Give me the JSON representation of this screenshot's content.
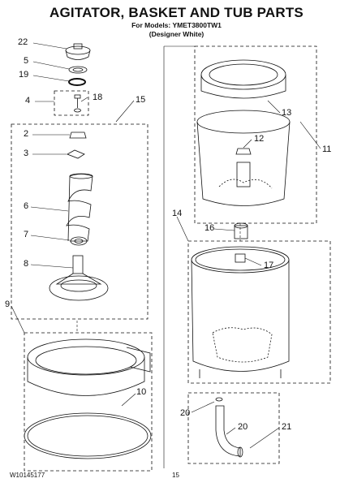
{
  "header": {
    "title": "AGITATOR, BASKET AND TUB PARTS",
    "models_line": "For Models: YMET3800TW1",
    "variant_line": "(Designer White)"
  },
  "callouts": {
    "c22": "22",
    "c5": "5",
    "c19": "19",
    "c4": "4",
    "c18": "18",
    "c15": "15",
    "c2": "2",
    "c3": "3",
    "c6": "6",
    "c7": "7",
    "c8": "8",
    "c9": "9",
    "c10": "10",
    "c13": "13",
    "c12": "12",
    "c11": "11",
    "c14": "14",
    "c16": "16",
    "c17": "17",
    "c20a": "20",
    "c20b": "20",
    "c21": "21"
  },
  "footer": {
    "doc_number": "W10145177",
    "page_number": "15"
  }
}
